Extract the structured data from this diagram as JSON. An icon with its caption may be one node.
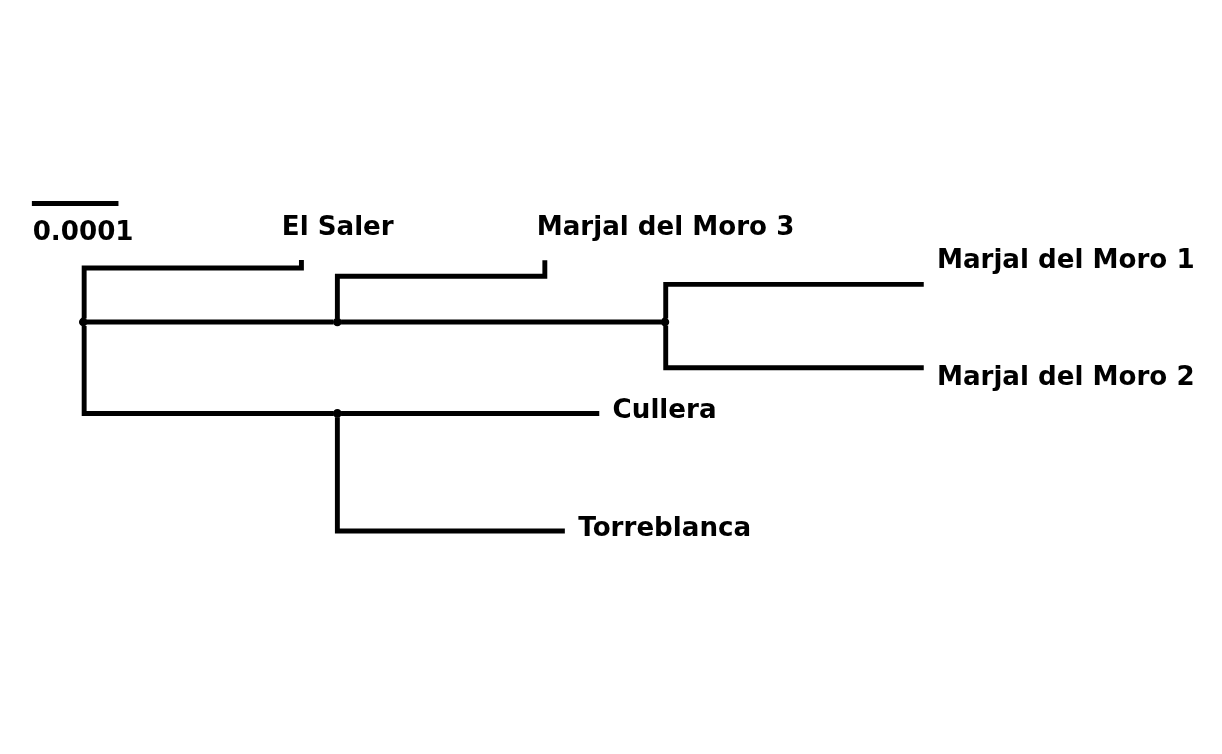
{
  "diagram": {
    "nodes": [
      {
        "text": [],
        "shape": "point"
      },
      {
        "text": [
          "El Saler"
        ]
      },
      {
        "text": [],
        "shape": "point"
      },
      {
        "text": [
          "Marjal del Moro 3"
        ]
      },
      {
        "text": [],
        "shape": "point"
      },
      {
        "text": [
          "Marjal del Moro 1"
        ]
      },
      {
        "text": [
          "Marjal del Moro 2"
        ]
      },
      {
        "text": [],
        "shape": "point"
      },
      {
        "text": [
          "Cullera"
        ]
      },
      {
        "text": [
          "Torreblanca"
        ]
      }
    ],
    "edges": [
      {
        "from": 0,
        "to": 1,
        "arrow": "none"
      },
      {
        "from": 0,
        "to": 2,
        "arrow": "none"
      },
      {
        "from": 2,
        "to": 3,
        "arrow": "none"
      },
      {
        "from": 2,
        "to": 4,
        "arrow": "none"
      },
      {
        "from": 4,
        "to": 5,
        "arrow": "none"
      },
      {
        "from": 4,
        "to": 6,
        "arrow": "none"
      },
      {
        "from": 0,
        "to": 7,
        "arrow": "none"
      },
      {
        "from": 7,
        "to": 8,
        "arrow": "none"
      },
      {
        "from": 7,
        "to": 9,
        "arrow": "none"
      }
    ],
    "labels": [
      "0.0001"
    ]
  }
}
